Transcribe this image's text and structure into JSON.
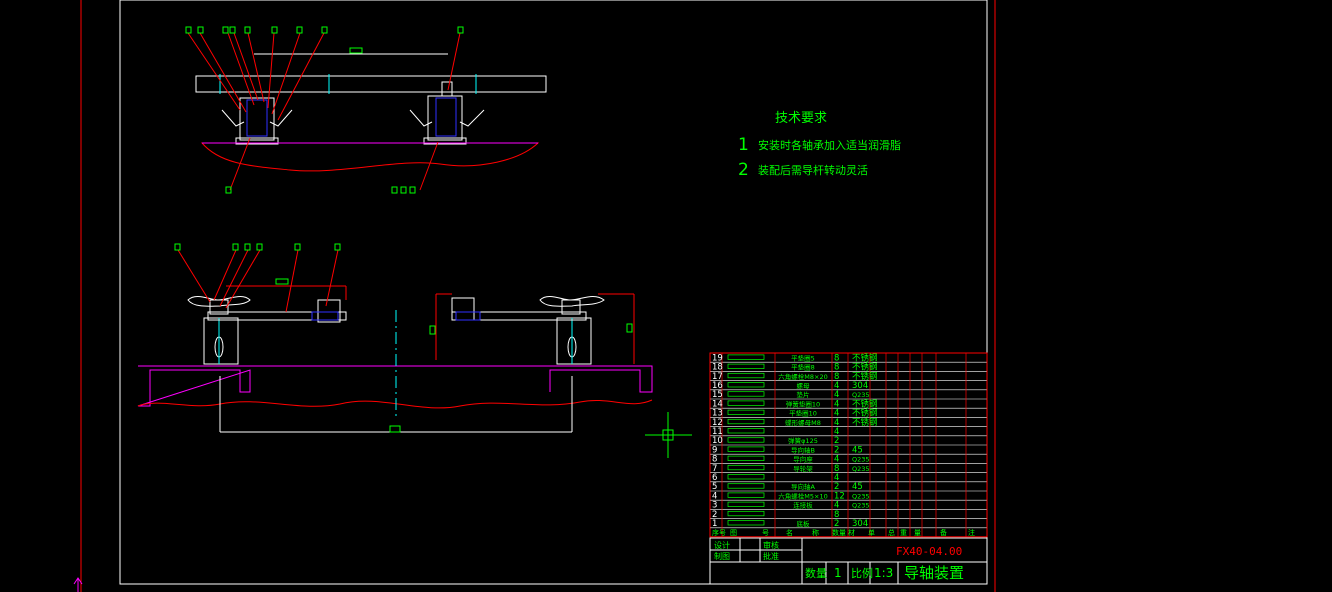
{
  "colors": {
    "background": "#000000",
    "frame": "#ffffff",
    "border": "#ff0000",
    "text": "#00ff00",
    "leader": "#ff0000",
    "part": "#ffffff",
    "accent_cyan": "#00ffff",
    "accent_magenta": "#ff00ff",
    "accent_blue": "#3030ff",
    "crosshair": "#00ff00"
  },
  "notes": {
    "title": "技术要求",
    "items": [
      {
        "num": "1",
        "text": "安装时各轴承加入适当润滑脂"
      },
      {
        "num": "2",
        "text": "装配后需导杆转动灵活"
      }
    ]
  },
  "bom": {
    "rows": [
      {
        "no": "19",
        "name": "平垫圈5",
        "qty": "8",
        "material": "不锈钢"
      },
      {
        "no": "18",
        "name": "平垫圈8",
        "qty": "8",
        "material": "不锈钢"
      },
      {
        "no": "17",
        "name": "六角螺栓M8×20",
        "qty": "8",
        "material": "不锈钢"
      },
      {
        "no": "16",
        "name": "螺母",
        "qty": "4",
        "material": "304"
      },
      {
        "no": "15",
        "name": "垫片",
        "qty": "4",
        "material": "Q235"
      },
      {
        "no": "14",
        "name": "弹簧垫圈10",
        "qty": "4",
        "material": "不锈钢"
      },
      {
        "no": "13",
        "name": "平垫圈10",
        "qty": "4",
        "material": "不锈钢"
      },
      {
        "no": "12",
        "name": "蝶形螺母M8",
        "qty": "4",
        "material": "不锈钢"
      },
      {
        "no": "11",
        "name": "",
        "qty": "4",
        "material": ""
      },
      {
        "no": "10",
        "name": "弹簧φ125",
        "qty": "2",
        "material": ""
      },
      {
        "no": "9",
        "name": "导向轴B",
        "qty": "2",
        "material": "45"
      },
      {
        "no": "8",
        "name": "导向座",
        "qty": "4",
        "material": "Q235"
      },
      {
        "no": "7",
        "name": "导轮架",
        "qty": "8",
        "material": "Q235"
      },
      {
        "no": "6",
        "name": "",
        "qty": "4",
        "material": ""
      },
      {
        "no": "5",
        "name": "导向轴A",
        "qty": "2",
        "material": "45"
      },
      {
        "no": "4",
        "name": "六角螺栓M5×10",
        "qty": "12",
        "material": "Q235"
      },
      {
        "no": "3",
        "name": "连接板",
        "qty": "4",
        "material": "Q235"
      },
      {
        "no": "2",
        "name": "",
        "qty": "8",
        "material": ""
      },
      {
        "no": "1",
        "name": "底板",
        "qty": "2",
        "material": "304"
      }
    ],
    "header": [
      "序号",
      "图",
      "号",
      "名",
      "称",
      "数量",
      "材",
      "单",
      "总",
      "重",
      "量",
      "备",
      "注"
    ]
  },
  "title_block": {
    "drawing_no": "FX40-04.00",
    "title": "导轴装置",
    "qty_label": "数量",
    "qty": "1",
    "scale_label": "比例",
    "scale": "1:3",
    "design_label": "设计",
    "check_label": "审核",
    "draw_label": "制图",
    "approve_label": "批准"
  },
  "balloons_top": [
    "□",
    "□",
    "□□",
    "□",
    "□",
    "□",
    "□",
    "□"
  ],
  "balloons_mid": [
    "□",
    "□□□",
    "□",
    "□"
  ]
}
